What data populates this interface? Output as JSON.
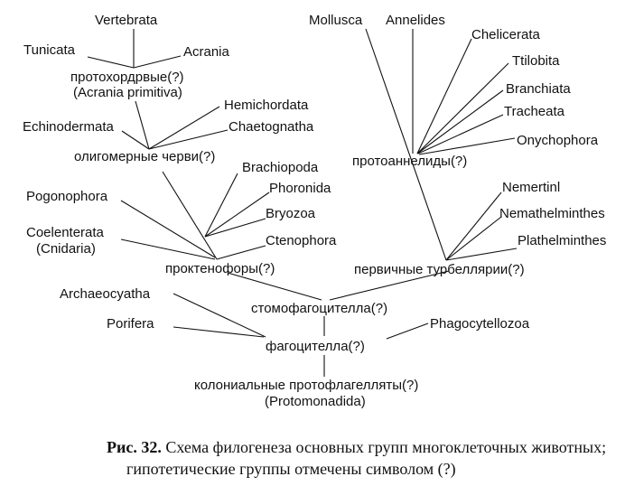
{
  "taxa": {
    "vertebrata": "Vertebrata",
    "tunicata": "Tunicata",
    "acrania": "Acrania",
    "protochordates": "протохордрвые(?)",
    "acrania_primitiva": "(Acrania primitiva)",
    "hemichordata": "Hemichordata",
    "echinodermata": "Echinodermata",
    "chaetognatha": "Chaetognatha",
    "oligomeric_worms": "олигомерные черви(?)",
    "brachiopoda": "Brachiopoda",
    "phoronida": "Phoronida",
    "pogonophora": "Pogonophora",
    "bryozoa": "Bryozoa",
    "coelenterata": "Coelenterata",
    "cnidaria": "(Cnidaria)",
    "ctenophora": "Ctenophora",
    "proctenophores": "проктенофоры(?)",
    "archaeocyatha": "Archaeocyatha",
    "stomophagocytella": "стомофагоцителла(?)",
    "porifera": "Porifera",
    "phagocytellozoa": "Phagocytellozoa",
    "phagocytella": "фагоцителла(?)",
    "colonial_protoflagellates": "колониальные протофлагелляты(?)",
    "protomonadida": "(Protomonadida)",
    "mollusca": "Mollusca",
    "annelides": "Annelides",
    "chelicerata": "Chelicerata",
    "trilobita": "Ttilobita",
    "branchiata": "Branchiata",
    "tracheata": "Tracheata",
    "onychophora": "Onychophora",
    "protoannelids": "протоаннелиды(?)",
    "nemertini": "Nemertinl",
    "nemathelminthes": "Nemathelminthes",
    "plathelminthes": "Plathelminthes",
    "primary_turbellarians": "первичные турбеллярии(?)"
  },
  "caption": {
    "label": "Рис. 32.",
    "line1": " Схема филогенеза основных групп многоклеточных животных;",
    "line2": "гипотетические группы отмечены символом (?)"
  }
}
